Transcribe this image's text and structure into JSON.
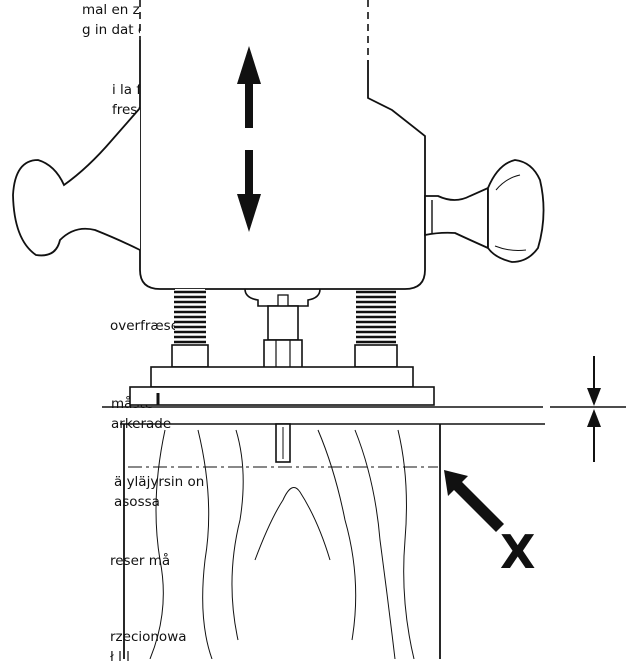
{
  "left_text": {
    "block1": [
      "mal en zorg",
      "g in dat de"
    ],
    "block2": [
      "i la fresatrice",
      " fresa"
    ],
    "block3": [
      "overfræseren"
    ],
    "block4": [
      "måste",
      "arkerade"
    ],
    "block5": [
      "ä yläjyrsin on",
      "asossa"
    ],
    "block6": [
      "reser må"
    ],
    "block7": [
      "rzecionowa",
      "  ł    l  l   "
    ]
  },
  "figure": {
    "marker_label": "X"
  },
  "colors": {
    "ink": "#111111",
    "paper": "#ffffff"
  }
}
